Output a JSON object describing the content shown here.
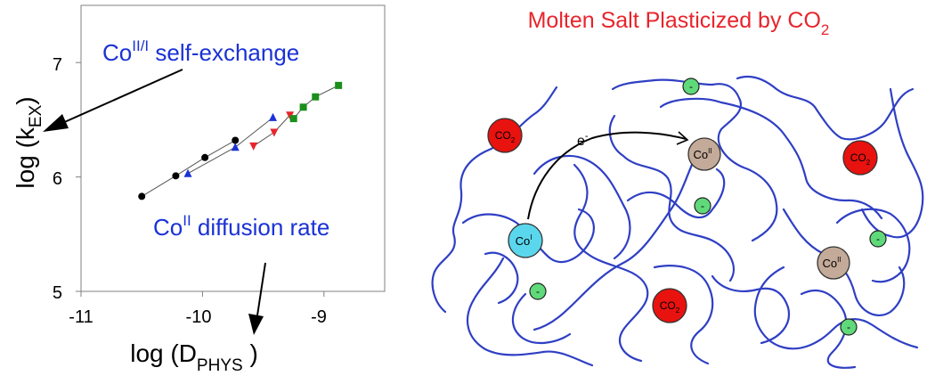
{
  "chart_data": {
    "type": "scatter",
    "title": "",
    "xlabel": "log (D",
    "xlabel_sub": "PHYS",
    "xlabel_end": " )",
    "ylabel": "log (k",
    "ylabel_sub": "EX",
    "ylabel_end": ")",
    "xlim": [
      -11,
      -8.5
    ],
    "ylim": [
      5,
      7.5
    ],
    "x_ticks": [
      -11,
      -10,
      -9
    ],
    "x_tick_labels": [
      "-11",
      "-10",
      "-9"
    ],
    "y_ticks": [
      5,
      6,
      7
    ],
    "y_tick_labels": [
      "5",
      "6",
      "7"
    ],
    "grid": false,
    "series": [
      {
        "color": "#000000",
        "marker": "circle",
        "points": [
          [
            -10.5,
            5.83
          ],
          [
            -10.22,
            6.01
          ],
          [
            -9.98,
            6.17
          ],
          [
            -9.73,
            6.32
          ]
        ]
      },
      {
        "color": "#1a32d6",
        "marker": "triangle-up",
        "points": [
          [
            -10.12,
            6.03
          ],
          [
            -9.73,
            6.26
          ],
          [
            -9.42,
            6.52
          ]
        ]
      },
      {
        "color": "#e8242b",
        "marker": "triangle-down",
        "points": [
          [
            -9.58,
            6.27
          ],
          [
            -9.41,
            6.39
          ],
          [
            -9.28,
            6.54
          ]
        ]
      },
      {
        "color": "#1a8f1a",
        "marker": "square",
        "points": [
          [
            -9.25,
            6.51
          ],
          [
            -9.17,
            6.61
          ],
          [
            -9.07,
            6.7
          ],
          [
            -8.88,
            6.8
          ]
        ]
      }
    ]
  },
  "annotations": {
    "self_exchange": {
      "main": "Co",
      "sup": "II/I",
      "rest": " self-exchange",
      "color": "#1a32d6"
    },
    "diffusion": {
      "main": "Co",
      "sup": "II",
      "rest": " diffusion rate",
      "color": "#1a32d6"
    }
  },
  "illustration": {
    "title_main": "Molten Salt Plasticized by CO",
    "title_sub": "2",
    "title_color": "#e8242b",
    "electron_label": "e",
    "electron_sup": "-",
    "co2": {
      "main": "CO",
      "sub": "2",
      "fill": "#e8120f"
    },
    "anion_symbol": "-",
    "anion_fill": "#5fd97a",
    "co_ii": {
      "main": "Co",
      "sup": "II",
      "fill": "#c4aa99"
    },
    "co_i": {
      "main": "Co",
      "sup": "I",
      "fill": "#5ad7ec"
    },
    "chain_color": "#2f3fc4"
  },
  "colors": {
    "axis": "#808080",
    "text": "#000000"
  }
}
